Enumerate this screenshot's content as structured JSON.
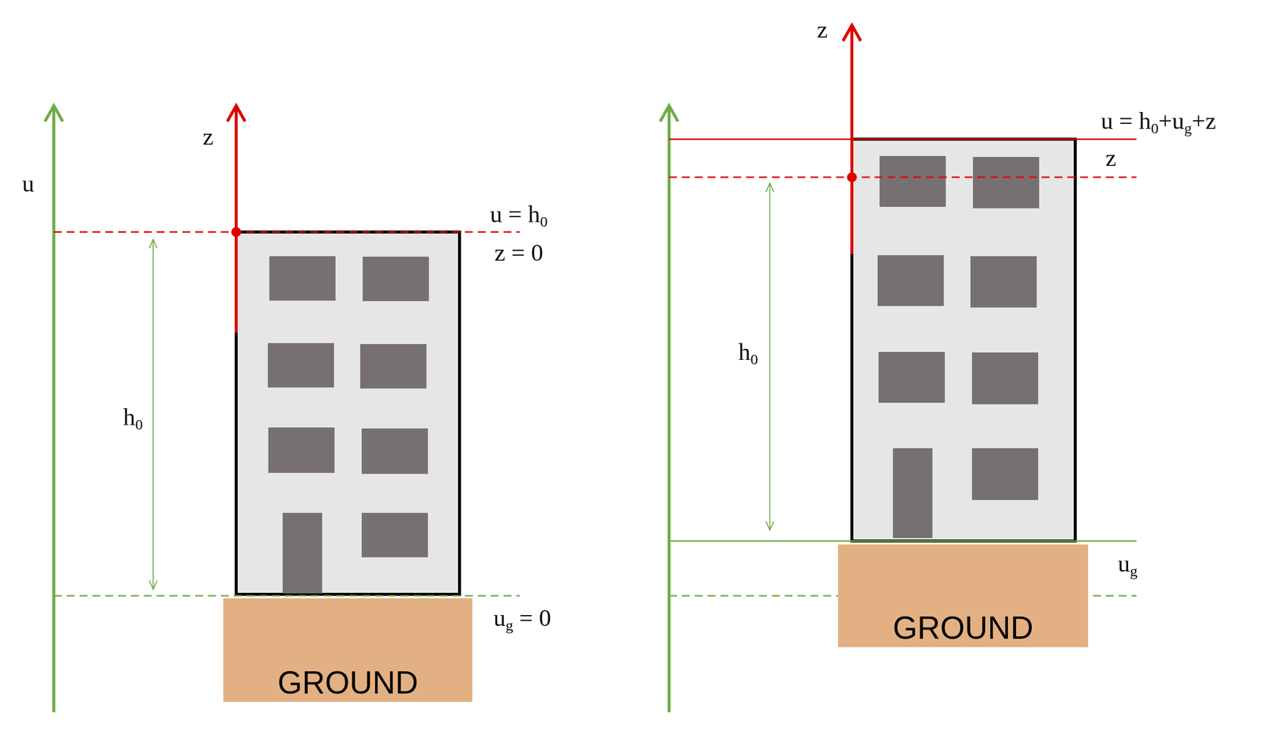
{
  "diagram": {
    "nodes": [
      {
        "text": [
          "GROUND"
        ]
      },
      {
        "text": [
          "GROUND"
        ]
      }
    ],
    "labels": [
      "u",
      "z",
      "u = h0",
      "z = 0",
      "h0",
      "ug = 0",
      "z",
      "u = h0+ug+z",
      "z",
      "h0",
      "ug"
    ]
  }
}
